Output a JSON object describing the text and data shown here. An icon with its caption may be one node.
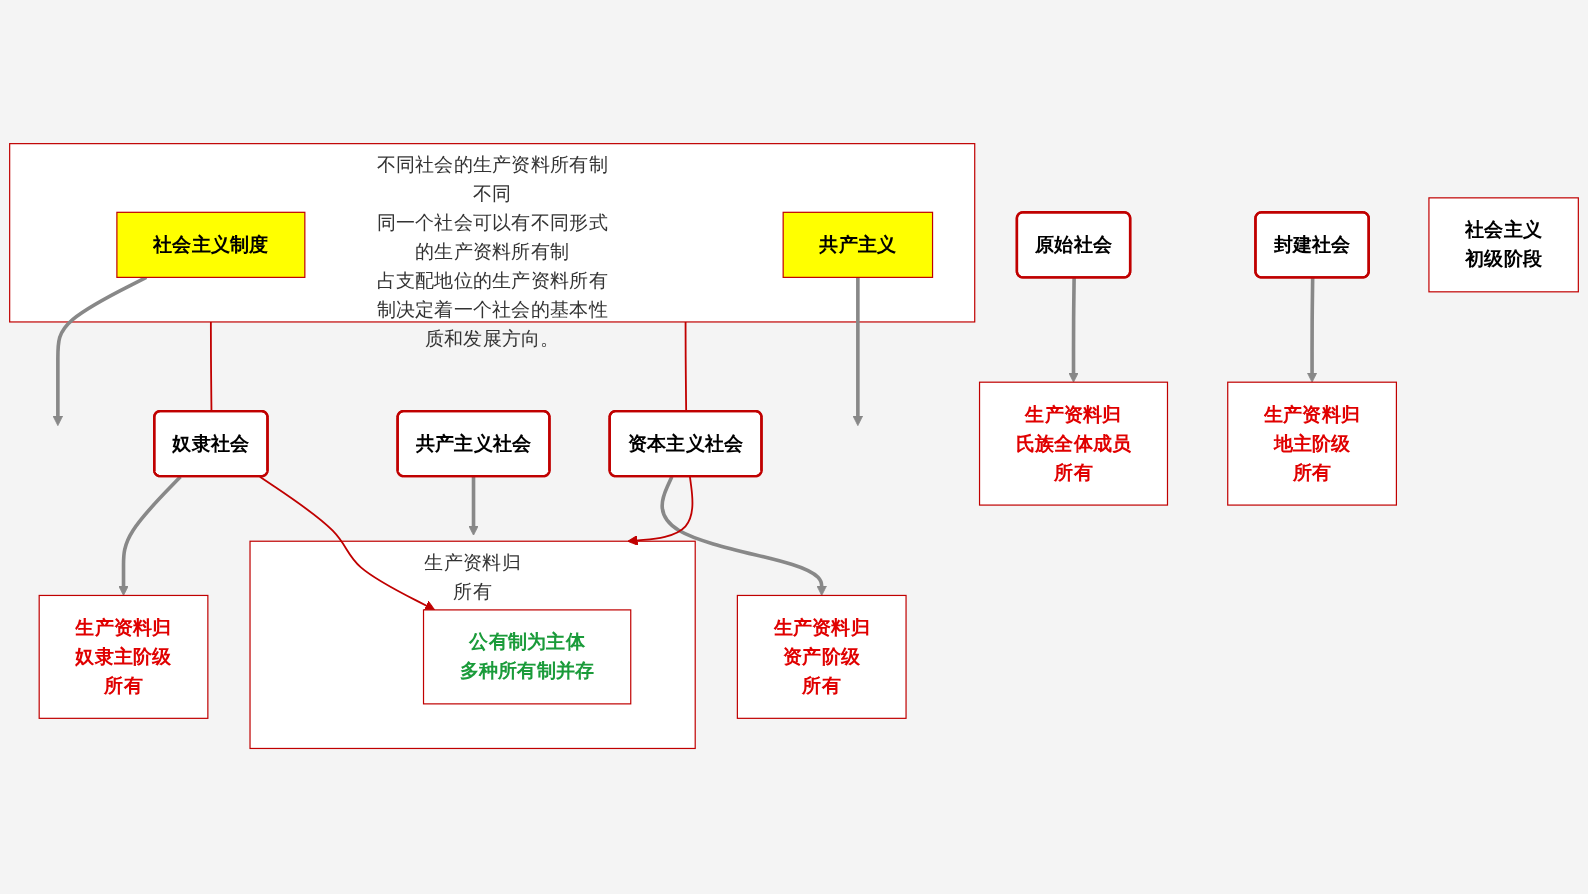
{
  "diagram": {
    "nodes": [
      {
        "text": [
          "不同社会的生产资料所有制不同",
          "同一个社会可以有不同形式的生产资料所有制",
          "占支配地位的生产资料所有制决定着一个社会的基本性质和发展方向。"
        ]
      },
      {
        "text": [
          "社会主义制度"
        ],
        "in": 0
      },
      {
        "text": [
          "共产主义"
        ],
        "in": 0
      },
      {
        "text": [
          "原始社会"
        ]
      },
      {
        "text": [
          "奴隶社会"
        ]
      },
      {
        "text": [
          "封建社会"
        ]
      },
      {
        "text": [
          "资本主义社会"
        ]
      },
      {
        "text": [
          "共产主义社会"
        ]
      },
      {
        "text": [
          "社会主义",
          "初级阶段"
        ]
      },
      {
        "text": [
          "生产资料归",
          "氏族全体成员",
          "所有"
        ]
      },
      {
        "text": [
          "生产资料归",
          "奴隶主阶级",
          "所有"
        ]
      },
      {
        "text": [
          "生产资料归",
          "地主阶级",
          "所有"
        ]
      },
      {
        "text": [
          "生产资料归",
          "资产阶级",
          "所有"
        ]
      },
      {
        "text": [
          "生产资料归",
          "所有"
        ]
      },
      {
        "text": [
          "公有制为主体",
          "多种所有制并存"
        ],
        "in": 13
      }
    ],
    "edges": [
      {
        "from": 1,
        "to": null,
        "arrow": "to"
      },
      {
        "from": 2,
        "to": null,
        "arrow": "to"
      },
      {
        "from": 3,
        "to": 9,
        "arrow": "to"
      },
      {
        "from": 4,
        "to": 10,
        "arrow": "to"
      },
      {
        "from": 5,
        "to": 11,
        "arrow": "to"
      },
      {
        "from": 6,
        "to": 12,
        "arrow": "to"
      },
      {
        "from": 7,
        "to": 13,
        "arrow": "to"
      },
      {
        "from": 0,
        "to": 4,
        "arrow": "none",
        "color": "#c00000"
      },
      {
        "from": 4,
        "to": 14,
        "arrow": "to",
        "color": "#c00000"
      },
      {
        "from": 0,
        "to": 6,
        "arrow": "none",
        "color": "#c00000"
      },
      {
        "from": 6,
        "to": 13,
        "arrow": "to",
        "color": "#c00000"
      }
    ]
  }
}
